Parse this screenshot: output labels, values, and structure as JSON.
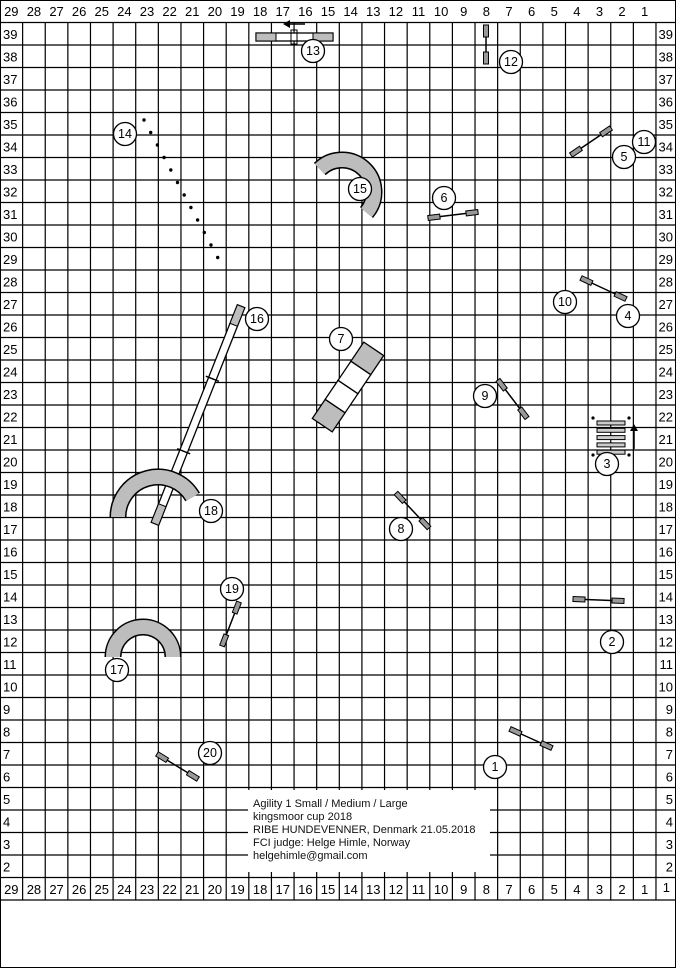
{
  "grid": {
    "column_labels": [
      "29",
      "28",
      "27",
      "26",
      "25",
      "24",
      "23",
      "22",
      "21",
      "20",
      "19",
      "18",
      "17",
      "16",
      "15",
      "14",
      "13",
      "12",
      "11",
      "10",
      "9",
      "8",
      "7",
      "6",
      "5",
      "4",
      "3",
      "2",
      "1"
    ],
    "row_labels": [
      "39",
      "38",
      "37",
      "36",
      "35",
      "34",
      "33",
      "32",
      "31",
      "30",
      "29",
      "28",
      "27",
      "26",
      "25",
      "24",
      "23",
      "22",
      "21",
      "20",
      "19",
      "18",
      "17",
      "16",
      "15",
      "14",
      "13",
      "12",
      "11",
      "10",
      "9",
      "8",
      "7",
      "6",
      "5",
      "4",
      "3",
      "2"
    ],
    "corner_row_label": "1"
  },
  "obstacles": [
    {
      "number": "1",
      "type": "jump"
    },
    {
      "number": "2",
      "type": "jump"
    },
    {
      "number": "3",
      "type": "long-jump"
    },
    {
      "number": "4",
      "type": "jump"
    },
    {
      "number": "5",
      "type": "jump"
    },
    {
      "number": "6",
      "type": "jump"
    },
    {
      "number": "7",
      "type": "straight-tunnel"
    },
    {
      "number": "8",
      "type": "jump"
    },
    {
      "number": "9",
      "type": "jump"
    },
    {
      "number": "10",
      "type": "jump"
    },
    {
      "number": "11",
      "type": "jump"
    },
    {
      "number": "12",
      "type": "jump"
    },
    {
      "number": "13",
      "type": "seesaw"
    },
    {
      "number": "14",
      "type": "weave-poles"
    },
    {
      "number": "15",
      "type": "curved-tunnel"
    },
    {
      "number": "16",
      "type": "dogwalk"
    },
    {
      "number": "17",
      "type": "curved-tunnel"
    },
    {
      "number": "18",
      "type": "curved-tunnel"
    },
    {
      "number": "19",
      "type": "jump"
    },
    {
      "number": "20",
      "type": "jump"
    }
  ],
  "info": {
    "line1": "Agility 1 Small / Medium / Large",
    "line2": "kingsmoor cup 2018",
    "line3": "RIBE HUNDEVENNER, Denmark 21.05.2018",
    "line4": "FCI judge: Helge Himle, Norway",
    "line5": "helgehimle@gmail.com"
  },
  "colors": {
    "grid": "#000000",
    "obstacle_fill": "#bdbdbd",
    "background": "#ffffff"
  }
}
